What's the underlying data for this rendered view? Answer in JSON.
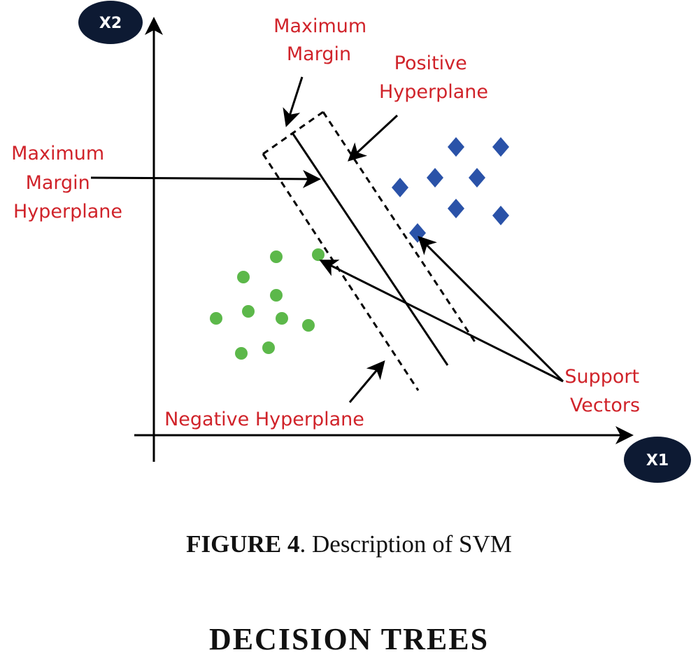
{
  "figure": {
    "axis_x_label": "X1",
    "axis_y_label": "X2",
    "labels": {
      "maximum_margin": [
        "Maximum",
        "Margin"
      ],
      "positive_hyperplane": [
        "Positive",
        "Hyperplane"
      ],
      "maximum_margin_hyperplane": [
        "Maximum",
        "Margin",
        "Hyperplane"
      ],
      "negative_hyperplane": "Negative Hyperplane",
      "support_vectors": [
        "Support",
        "Vectors"
      ]
    },
    "colors": {
      "label": "#d0232a",
      "positive_class": "#2a52a8",
      "negative_class": "#5cb84a",
      "axis_badge": "#0d1a33"
    },
    "positive_points_count": 8,
    "negative_points_count": 10
  },
  "caption": {
    "number": "FIGURE 4",
    "text": ". Description of SVM"
  },
  "next_heading": "DECISION TREES"
}
